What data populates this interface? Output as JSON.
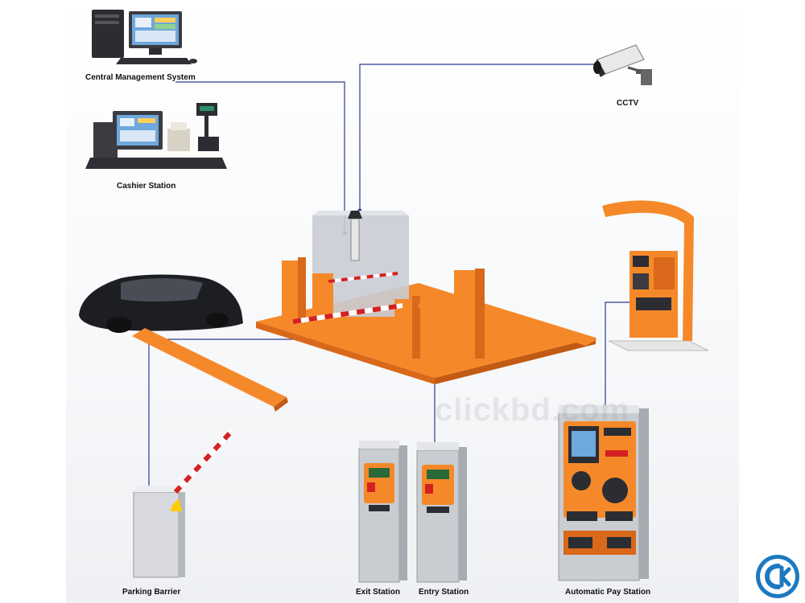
{
  "labels": {
    "central_management": "Central Management System",
    "cashier_station": "Cashier Station",
    "cctv": "CCTV",
    "parking_barrier": "Parking Barrier",
    "exit_station": "Exit Station",
    "entry_station": "Entry Station",
    "automatic_pay_station": "Automatic Pay Station"
  },
  "watermark": "clickbd.com",
  "colors": {
    "orange": "#f5892a",
    "orange_dark": "#d9681a",
    "connector": "#2a3d8f",
    "barrier_red": "#d42020",
    "kiosk_grey": "#c9ccd1"
  },
  "icons": {
    "badge": "clickbd-badge-icon"
  }
}
